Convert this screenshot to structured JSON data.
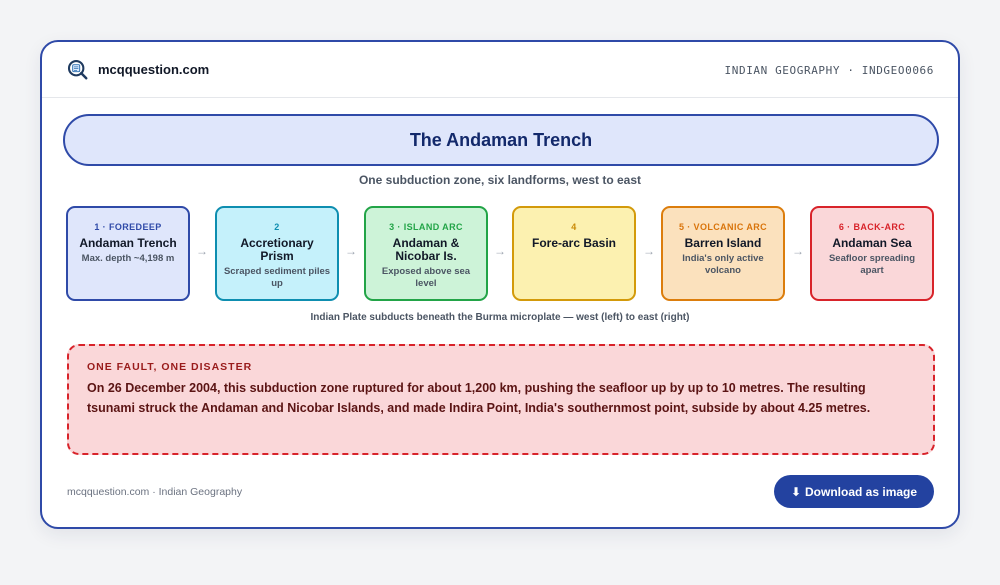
{
  "header": {
    "brand": "mcqquestion.com",
    "tagline": "INDIAN GEOGRAPHY · INDGEO0066",
    "logo_icon": "magnifier-q-logo-icon"
  },
  "title": "The Andaman Trench",
  "subtitle": "One subduction zone, six landforms, west to east",
  "landforms": [
    {
      "tag": "1 · FOREDEEP",
      "title": "Andaman Trench",
      "desc": "Max. depth ~4,198 m",
      "border": "#2f4aa8",
      "bg": "#dfe6fb",
      "tag_color": "#2f4aa8"
    },
    {
      "tag": "2",
      "title": "Accretionary Prism",
      "desc": "Scraped sediment piles up",
      "border": "#0e8eb0",
      "bg": "#c5f1fb",
      "tag_color": "#0e8eb0"
    },
    {
      "tag": "3 · ISLAND ARC",
      "title": "Andaman & Nicobar Is.",
      "desc": "Exposed above sea level",
      "border": "#22a447",
      "bg": "#cdf3d8",
      "tag_color": "#22a447"
    },
    {
      "tag": "4",
      "title": "Fore-arc Basin",
      "desc": "",
      "border": "#d39a0a",
      "bg": "#fcf1b0",
      "tag_color": "#c98a06"
    },
    {
      "tag": "5 · VOLCANIC ARC",
      "title": "Barren Island",
      "desc": "India's only active volcano",
      "border": "#dc7d0c",
      "bg": "#fbe1bd",
      "tag_color": "#d9740b"
    },
    {
      "tag": "6 · BACK-ARC",
      "title": "Andaman Sea",
      "desc": "Seafloor spreading apart",
      "border": "#d8232a",
      "bg": "#fad7d9",
      "tag_color": "#d8232a"
    }
  ],
  "arrow_glyph": "→",
  "caption": "Indian Plate subducts beneath the Burma microplate — west (left) to east (right)",
  "alert": {
    "heading": "ONE FAULT, ONE DISASTER",
    "body": "On 26 December 2004, this subduction zone ruptured for about 1,200 km, pushing the seafloor up by up to 10 metres. The resulting tsunami struck the Andaman and Nicobar Islands, and made Indira Point, India's southernmost point, subside by about 4.25 metres."
  },
  "footer": {
    "text": "mcqquestion.com · Indian Geography",
    "download_label": "Download as image",
    "download_icon": "download-arrow-icon"
  }
}
